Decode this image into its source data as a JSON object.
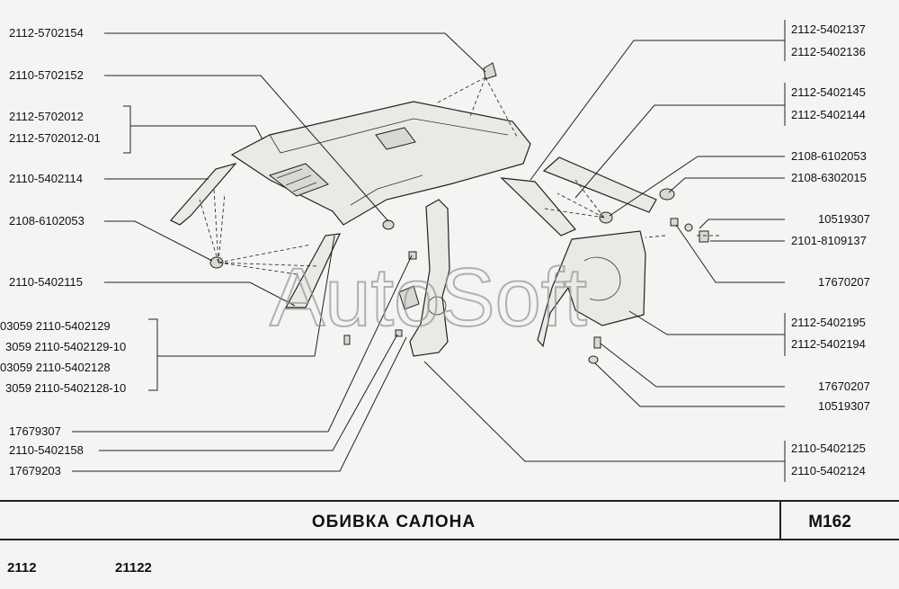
{
  "watermark": "AutoSoft",
  "title": "ОБИВКА САЛОНА",
  "page_code": "М162",
  "models": [
    "2112",
    "21122"
  ],
  "left_labels": [
    "2112-5702154",
    "2110-5702152",
    "2112-5702012",
    "2112-5702012-01",
    "2110-5402114",
    "2108-6102053",
    "2110-5402115",
    "03059 2110-5402129",
    "3059 2110-5402129-10",
    "03059 2110-5402128",
    "3059 2110-5402128-10",
    "17679307",
    "2110-5402158",
    "17679203"
  ],
  "right_labels": [
    "2112-5402137",
    "2112-5402136",
    "2112-5402145",
    "2112-5402144",
    "2108-6102053",
    "2108-6302015",
    "10519307",
    "2101-8109137",
    "17670207",
    "2112-5402195",
    "2112-5402194",
    "17670207",
    "10519307",
    "2110-5402125",
    "2110-5402124"
  ]
}
